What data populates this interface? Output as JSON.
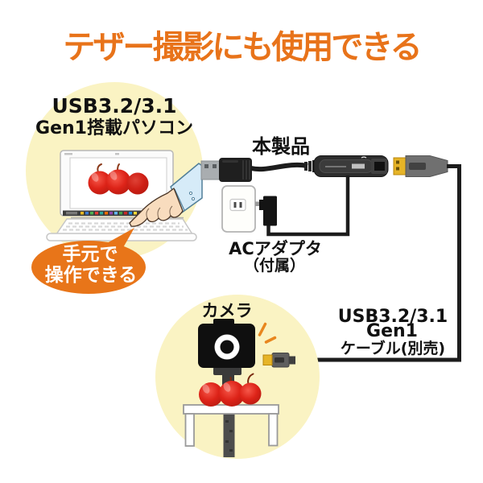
{
  "colors": {
    "title_orange": "#E8731A",
    "bubble_orange": "#E87519",
    "circle_yellow": "#FAF3C3",
    "apple_red": "#DD2318",
    "cable_black": "#1C1C1C",
    "usb_gold": "#E6B427",
    "flash_orange": "#E8861E"
  },
  "title": "テザー撮影にも使用できる",
  "pc_scene": {
    "label_line1": "USB3.2/3.1",
    "label_line2": "Gen1搭載パソコン",
    "bubble_line1": "手元で",
    "bubble_line2": "操作できる"
  },
  "product": {
    "label": "本製品"
  },
  "ac_adapter": {
    "label_line1": "ACアダプタ",
    "label_line2": "（付属）"
  },
  "camera_scene": {
    "label": "カメラ"
  },
  "usb_cable": {
    "label_line1": "USB3.2/3.1",
    "label_line2": "Gen1",
    "label_line3": "ケーブル(別売)"
  }
}
